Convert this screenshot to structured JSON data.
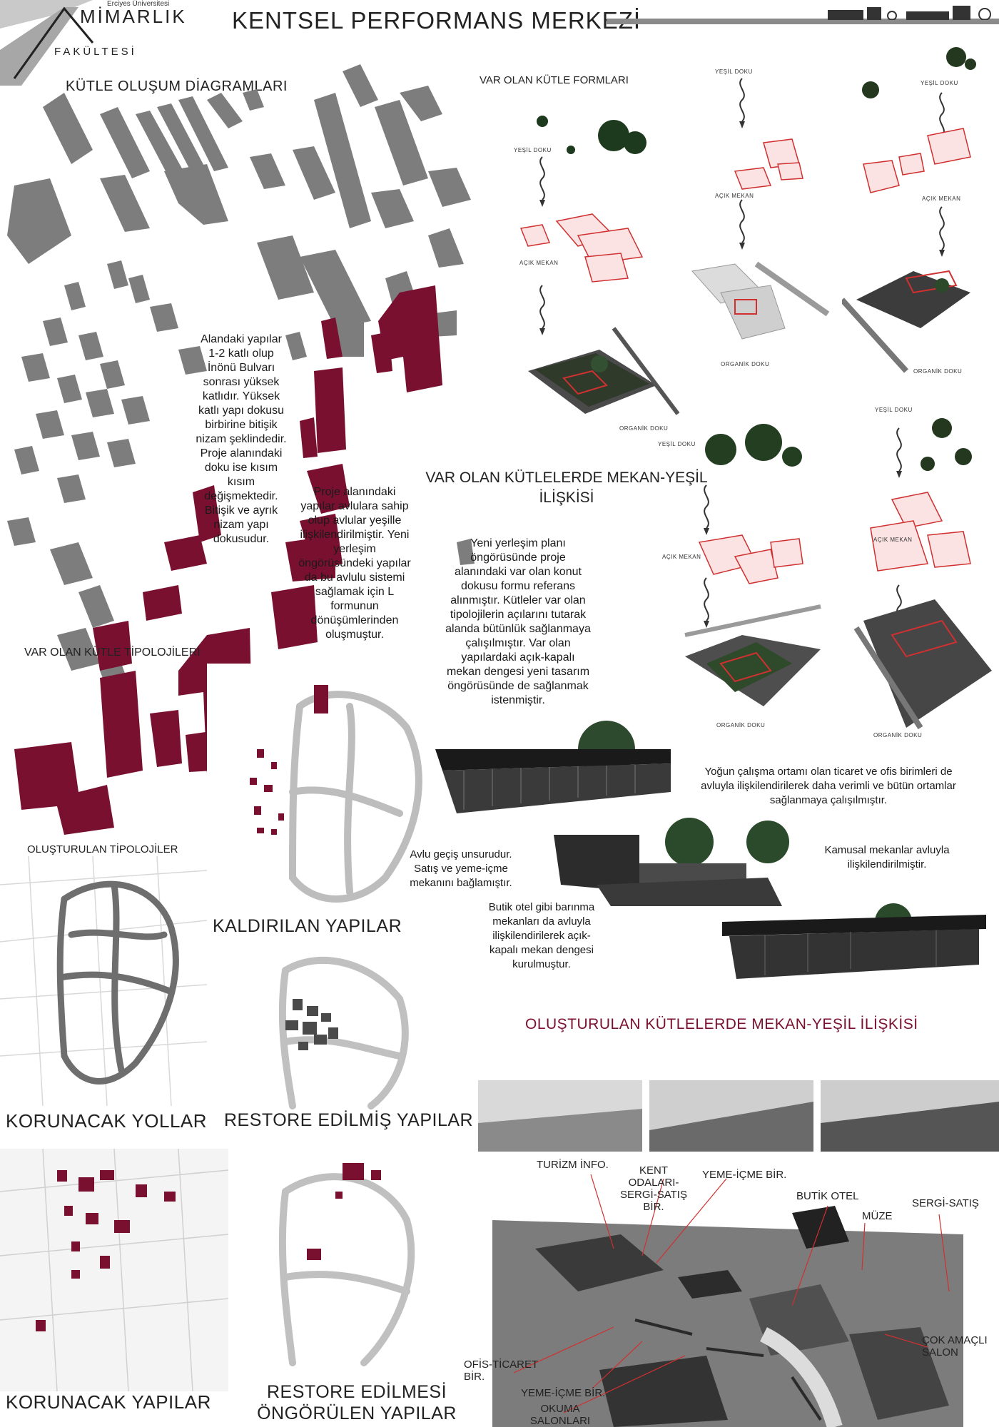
{
  "header": {
    "university": "Erciyes Üniversitesi",
    "brand": "MİMARLIK",
    "faculty": "FAKÜLTESİ",
    "title": "KENTSEL PERFORMANS MERKEZİ"
  },
  "left": {
    "mass_title": "KÜTLE OLUŞUM DİAGRAMLARI",
    "para1": "Alandaki yapılar 1-2 katlı olup İnönü Bulvarı sonrası yüksek katlıdır. Yüksek katlı yapı dokusu birbirine bitişik nizam şeklindedir. Proje alanındaki doku ise kısım kısım değişmektedir. Bitişik ve ayrık nizam yapı dokusudur.",
    "para2": "Proje alanındaki yapılar avlulara sahip olup avlular yeşille ilişkilendirilmiştir. Yeni yerleşim öngörüsündeki yapılar da bu avlulu sistemi sağlamak için L formunun dönüşümlerinden oluşmuştur.",
    "existing_typology": "VAR OLAN KÜTLE TİPOLOJİLERİ",
    "created_typology": "OLUŞTURULAN TİPOLOJİLER",
    "maps": [
      "KALDIRILAN YAPILAR",
      "KORUNACAK YOLLAR",
      "RESTORE EDİLMİŞ YAPILAR",
      "KORUNACAK YAPILAR",
      "RESTORE EDİLMESİ ÖNGÖRÜLEN YAPILAR"
    ]
  },
  "right": {
    "existing_forms": "VAR OLAN KÜTLE FORMLARI",
    "labels": {
      "green": "YEŞİL DOKU",
      "open": "AÇIK MEKAN",
      "organic": "ORGANİK DOKU"
    },
    "rel_title": "VAR OLAN KÜTLELERDE MEKAN-YEŞİL İLİŞKİSİ",
    "rel_text": "Yeni yerleşim planı öngörüsünde proje alanındaki var olan konut dokusu formu referans alınmıştır. Kütleler var olan tipolojilerin açılarını tutarak alanda bütünlük sağlanmaya çalışılmıştır. Var olan yapılardaki açık-kapalı mekan dengesi yeni tasarım öngörüsünde de sağlanmak istenmiştir.",
    "office_text": "Yoğun çalışma ortamı olan ticaret ve ofis birimleri de avluyla ilişkilendirilerek daha verimli ve bütün ortamlar sağlanmaya çalışılmıştır.",
    "avlu_text": "Avlu geçiş unsurudur. Satış ve yeme-içme mekanını bağlamıştır.",
    "public_text": "Kamusal mekanlar avluyla ilişkilendirilmiştir.",
    "hotel_text": "Butik otel gibi barınma mekanları da avluyla ilişkilendirilerek açık-kapalı mekan dengesi kurulmuştur.",
    "created_rel_title": "OLUŞTURULAN KÜTLELERDE MEKAN-YEŞİL İLİŞKİSİ",
    "functions": {
      "tourism": "TURİZM İNFO.",
      "city_rooms": "KENT ODALARI-SERGİ-SATIŞ BİR.",
      "food1": "YEME-İÇME BİR.",
      "hotel": "BUTİK OTEL",
      "museum": "MÜZE",
      "exhibit": "SERGİ-SATIŞ",
      "multi": "ÇOK AMAÇLI SALON",
      "office": "OFİS-TİCARET BİR.",
      "food2": "YEME-İÇME BİR.",
      "reading": "OKUMA SALONLARI"
    }
  },
  "colors": {
    "maroon": "#7a1030",
    "grey": "#7a7a7a",
    "accent_red": "#d03030"
  }
}
